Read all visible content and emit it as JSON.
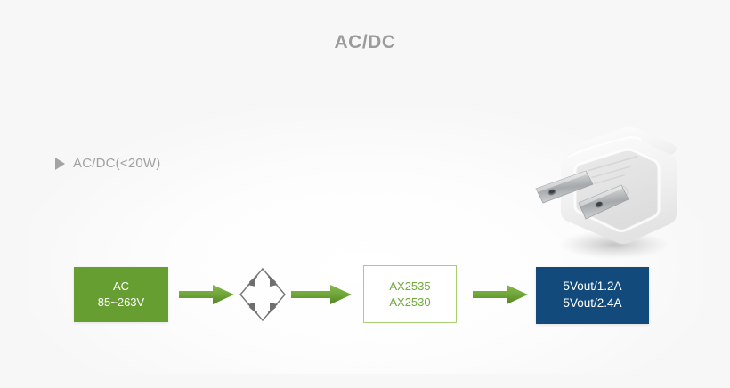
{
  "page": {
    "title": "AC/DC",
    "background_color": "#f7f7f7"
  },
  "section": {
    "marker_icon": "triangle-right-icon",
    "label": "AC/DC(<20W)",
    "label_color": "#a0a0a0"
  },
  "diagram": {
    "type": "block-flow",
    "colors": {
      "green": "#679e32",
      "green_light_border": "#a8cf73",
      "green_text": "#6fa63a",
      "navy": "#124a7c",
      "arrow_green": "#6fa63a",
      "symbol_gray": "#7a7a7a",
      "title_gray": "#9b9b9b"
    },
    "nodes": [
      {
        "id": "ac-input",
        "kind": "filled-box",
        "lines": [
          "AC",
          "85~263V"
        ],
        "fill": "#679e32",
        "text_color": "#ffffff"
      },
      {
        "id": "bridge-rectifier",
        "kind": "symbol",
        "symbol": "bridge-rectifier-diode-diamond",
        "lines": [],
        "stroke": "#7a7a7a"
      },
      {
        "id": "controller-ic",
        "kind": "outlined-box",
        "lines": [
          "AX2535",
          "AX2530"
        ],
        "fill": "#ffffff",
        "border": "#a8cf73",
        "text_color": "#6fa63a"
      },
      {
        "id": "dc-output",
        "kind": "filled-box",
        "lines": [
          "5Vout/1.2A",
          "5Vout/2.4A"
        ],
        "fill": "#124a7c",
        "text_color": "#ffffff"
      }
    ],
    "arrows": [
      {
        "id": "arrow-ac-to-bridge",
        "from": "ac-input",
        "to": "bridge-rectifier",
        "color": "#6fa63a"
      },
      {
        "id": "arrow-bridge-to-ic",
        "from": "bridge-rectifier",
        "to": "controller-ic",
        "color": "#6fa63a"
      },
      {
        "id": "arrow-ic-to-output",
        "from": "controller-ic",
        "to": "dc-output",
        "color": "#6fa63a"
      }
    ]
  },
  "product_image": {
    "name": "usb-power-adapter-photo",
    "description": "White USB wall power adapter cube with two flat metal prongs",
    "body_color": "#f2f2f2",
    "prong_color": "#b9bcbd"
  }
}
